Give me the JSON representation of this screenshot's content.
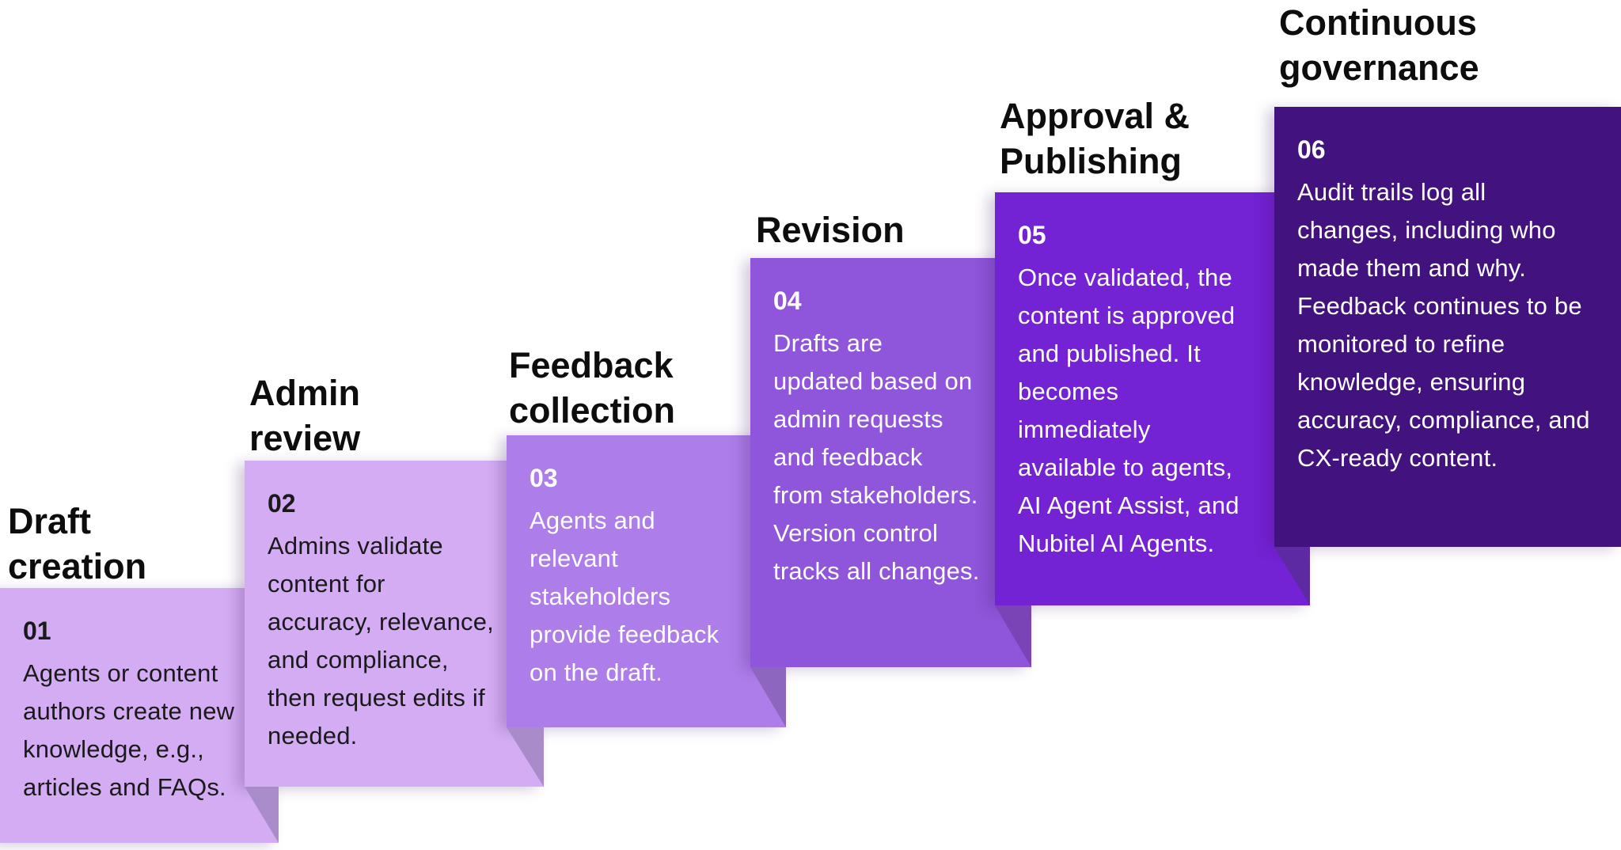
{
  "diagram": {
    "type": "process-steps-staircase",
    "background": "#ffffff",
    "title_color": "#0d0d0d",
    "steps": [
      {
        "number": "01",
        "title": "Draft\ncreation",
        "body": "Agents or content\nauthors create new\nknowledge, e.g.,\narticles and FAQs.",
        "card_color": "#d3acf4",
        "text_color": "#1a1a1a",
        "fold_color": null
      },
      {
        "number": "02",
        "title": "Admin\nreview",
        "body": "Admins validate\ncontent for\naccuracy, relevance,\nand compliance,\nthen request edits if\nneeded.",
        "card_color": "#d3acf4",
        "text_color": "#1a1a1a",
        "fold_color": "#a98cc9"
      },
      {
        "number": "03",
        "title": "Feedback\ncollection",
        "body": "Agents and\nrelevant\nstakeholders\nprovide feedback\non the draft.",
        "card_color": "#ad7de9",
        "text_color": "#ffffff",
        "fold_color": "#a98bc9"
      },
      {
        "number": "04",
        "title": "Revision",
        "body": "Drafts are\nupdated based on\nadmin requests\nand feedback\nfrom stakeholders.\nVersion control\ntracks all changes.",
        "card_color": "#8f55da",
        "text_color": "#ffffff",
        "fold_color": "#8d66c0"
      },
      {
        "number": "05",
        "title": "Approval &\nPublishing",
        "body": "Once validated, the\ncontent is approved\nand published. It\nbecomes\nimmediately\navailable to agents,\nAI Agent Assist, and\nNubitel AI Agents.",
        "card_color": "#7322d4",
        "text_color": "#ffffff",
        "fold_color": "#7a44b6"
      },
      {
        "number": "06",
        "title": "Continuous\ngovernance",
        "body": "Audit trails log all\nchanges, including who\nmade them and why.\nFeedback continues to be\nmonitored to refine\nknowledge, ensuring\naccuracy, compliance, and\nCX-ready content.",
        "card_color": "#42127e",
        "text_color": "#ffffff",
        "fold_color": "#5d2aa3"
      }
    ]
  }
}
